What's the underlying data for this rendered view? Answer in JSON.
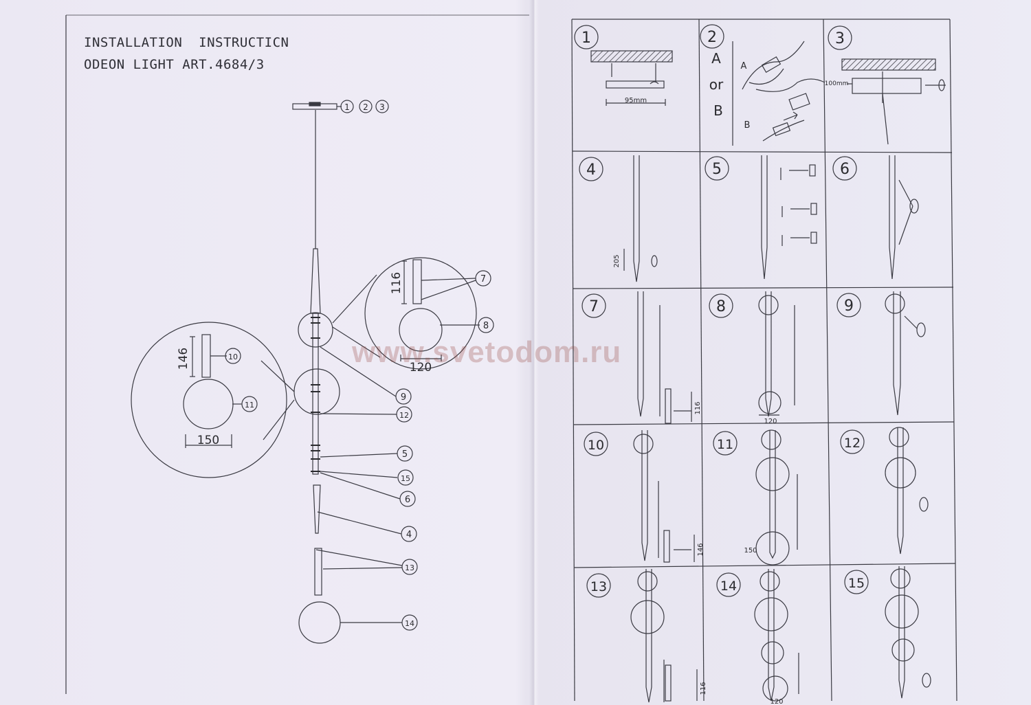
{
  "header": {
    "line1": "INSTALLATION  INSTRUCTICN",
    "line2": "ODEON LIGHT ART.4684/3"
  },
  "watermark": "www.svetodom.ru",
  "overview": {
    "top_callouts": [
      "1",
      "2",
      "3"
    ],
    "callouts": [
      "7",
      "8",
      "10",
      "11",
      "9",
      "12",
      "5",
      "15",
      "6",
      "4",
      "13",
      "14"
    ],
    "detail_small": {
      "height": "116",
      "width": "120"
    },
    "detail_large": {
      "height": "146",
      "width": "150"
    }
  },
  "steps": [
    {
      "num": "1",
      "dim": "95mm"
    },
    {
      "num": "2",
      "label_a": "A",
      "label_or": "or",
      "label_b": "B",
      "inner_a": "A",
      "inner_b": "B"
    },
    {
      "num": "3",
      "dim": "100mm"
    },
    {
      "num": "4",
      "dim": "205"
    },
    {
      "num": "5"
    },
    {
      "num": "6"
    },
    {
      "num": "7",
      "dim": "116"
    },
    {
      "num": "8",
      "dim": "120"
    },
    {
      "num": "9"
    },
    {
      "num": "10",
      "dim": "146"
    },
    {
      "num": "11",
      "dim": "150"
    },
    {
      "num": "12"
    },
    {
      "num": "13",
      "dim": "116"
    },
    {
      "num": "14",
      "dim": "120"
    },
    {
      "num": "15"
    }
  ]
}
